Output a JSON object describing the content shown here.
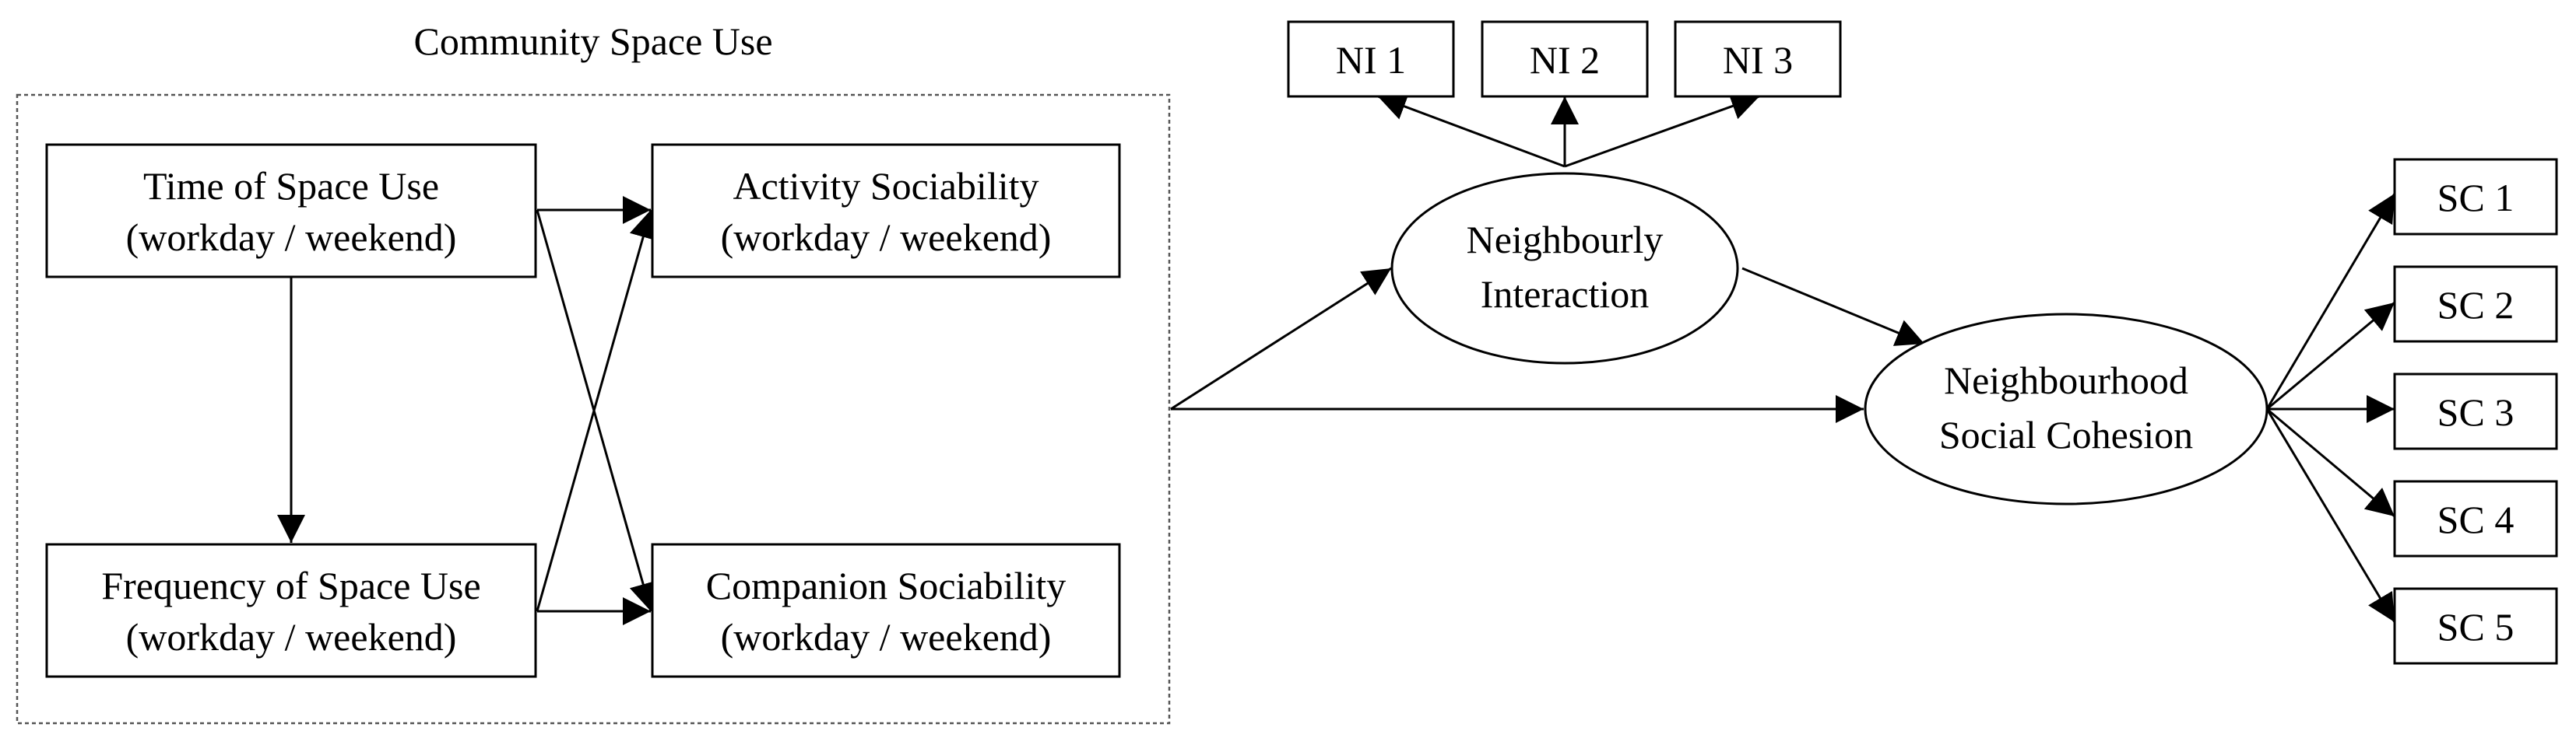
{
  "group": {
    "title": "Community Space Use"
  },
  "nodes": {
    "time_use": {
      "line1": "Time of Space Use",
      "line2": "(workday / weekend)"
    },
    "freq_use": {
      "line1": "Frequency of Space Use",
      "line2": "(workday / weekend)"
    },
    "activity": {
      "line1": "Activity Sociability",
      "line2": "(workday / weekend)"
    },
    "companion": {
      "line1": "Companion Sociability",
      "line2": "(workday / weekend)"
    },
    "interaction": {
      "line1": "Neighbourly",
      "line2": "Interaction"
    },
    "cohesion": {
      "line1": "Neighbourhood",
      "line2": "Social Cohesion"
    }
  },
  "indicators": {
    "ni": [
      "NI 1",
      "NI 2",
      "NI 3"
    ],
    "sc": [
      "SC 1",
      "SC 2",
      "SC 3",
      "SC 4",
      "SC 5"
    ]
  }
}
